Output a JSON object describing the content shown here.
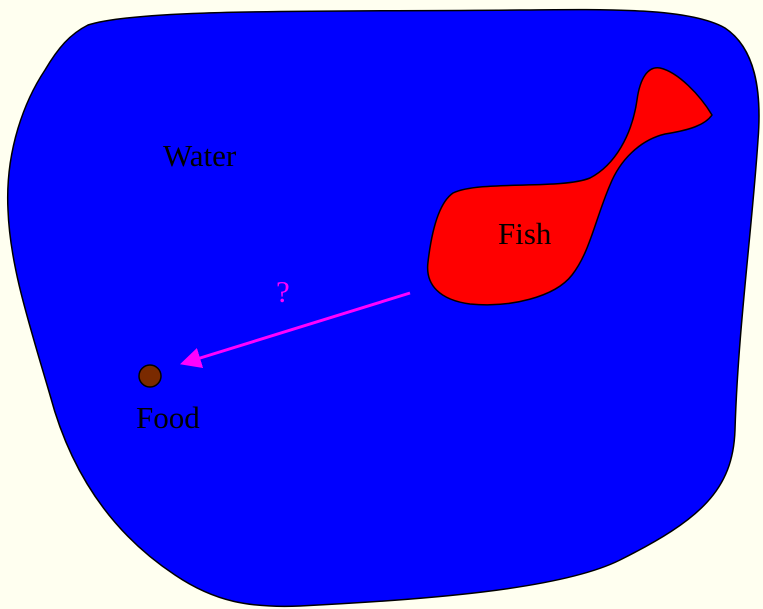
{
  "labels": {
    "water": "Water",
    "fish": "Fish",
    "food": "Food",
    "question": "?"
  },
  "colors": {
    "background": "#FFFFF0",
    "water": "#0000FF",
    "fish": "#FF0000",
    "food": "#7A2A00",
    "arrow": "#FF00FF",
    "label_text": "#000000",
    "question_text": "#FF00FF",
    "outline": "#000000"
  }
}
